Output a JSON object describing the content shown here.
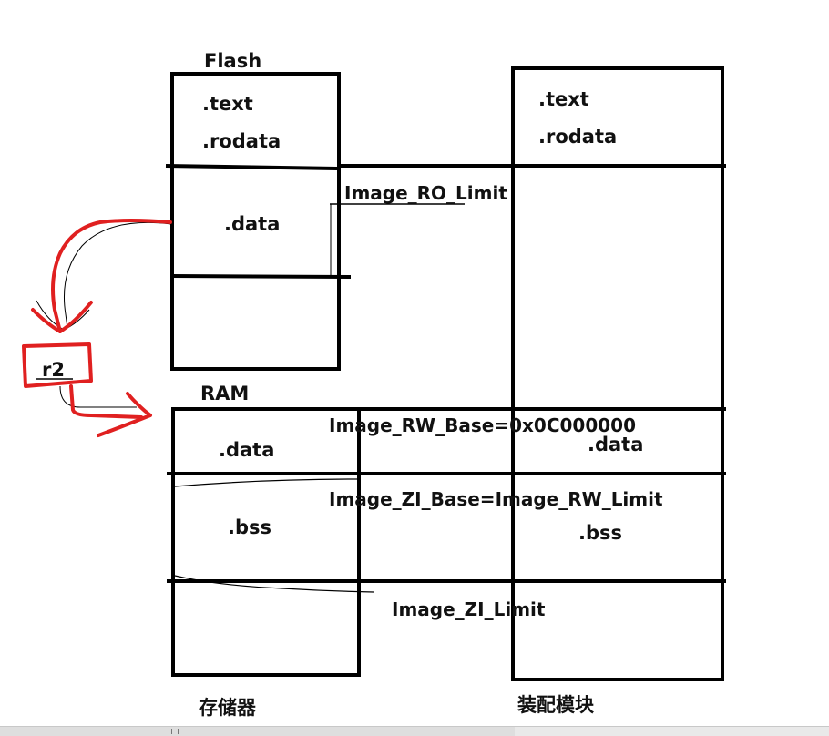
{
  "flash_header": "Flash",
  "ram_header": "RAM",
  "flash": {
    "text": ".text",
    "rodata": ".rodata",
    "data": ".data"
  },
  "ram": {
    "data": ".data",
    "bss": ".bss"
  },
  "module": {
    "text": ".text",
    "rodata": ".rodata",
    "data": ".data",
    "bss": ".bss"
  },
  "register": "r2",
  "symbols": {
    "ro_limit": "Image_RO_Limit",
    "rw_base": "Image_RW_Base=0x0C000000",
    "zi_base": "Image_ZI_Base=Image_RW_Limit",
    "zi_limit": "Image_ZI_Limit"
  },
  "captions": {
    "storage": "存储器",
    "load_module": "装配模块"
  },
  "colors": {
    "ink": "#000000",
    "red_pen": "#e02020"
  }
}
